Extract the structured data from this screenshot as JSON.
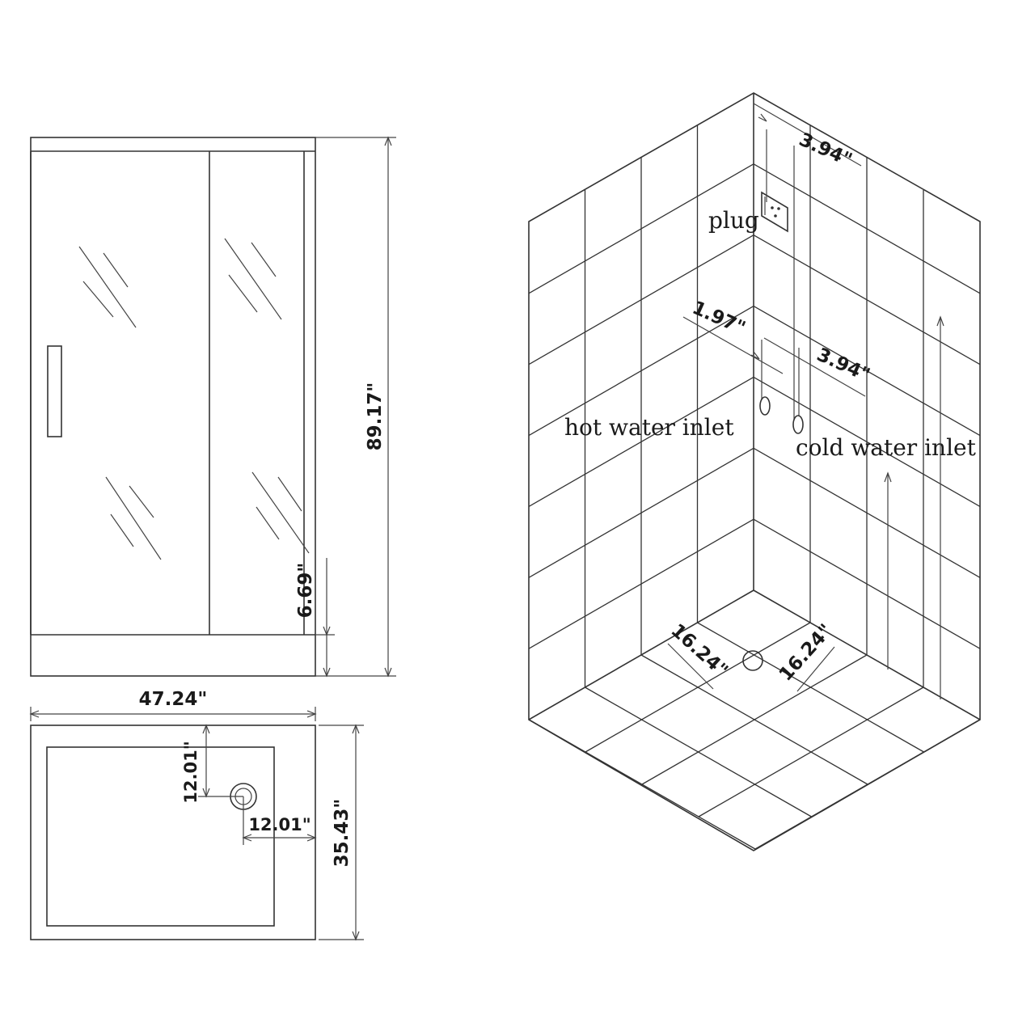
{
  "front_view": {
    "height_label": "89.17\"",
    "base_height_label": "6.69\""
  },
  "top_view": {
    "width_label": "47.24\"",
    "depth_label": "35.43\"",
    "drain_from_back_label": "12.01\"",
    "drain_from_side_label": "12.01\""
  },
  "wall_view": {
    "plug_offset_label": "3.94\"",
    "plug_label": "plug",
    "inlet_gap_label": "1.97\"",
    "inlet_offset_label": "3.94\"",
    "hot_inlet_label": "hot water inlet",
    "cold_inlet_label": "cold water inlet",
    "drain_left_label": "16.24\"",
    "drain_right_label": "16.24\""
  }
}
